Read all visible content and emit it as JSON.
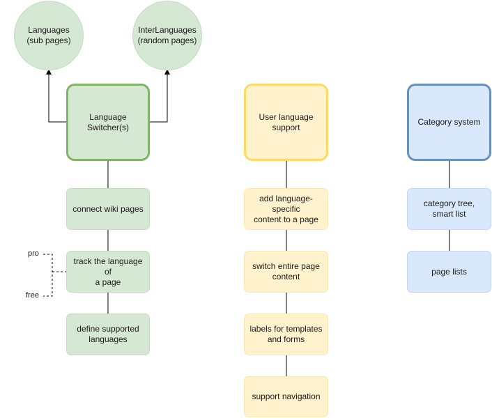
{
  "circles": {
    "languages": "Languages\n(sub pages)",
    "interlanguages": "InterLanguages\n(random pages)"
  },
  "columns": {
    "switcher": {
      "title": "Language\nSwitcher(s)",
      "items": [
        "connect wiki pages",
        "track the language of\na page",
        "define supported\nlanguages"
      ]
    },
    "user_language": {
      "title": "User language\nsupport",
      "items": [
        "add language-specific\ncontent to a page",
        "switch entire page\ncontent",
        "labels for templates\nand forms",
        "support navigation"
      ]
    },
    "category": {
      "title": "Category system",
      "items": [
        "category tree,\nsmart list",
        "page lists"
      ]
    }
  },
  "edition_labels": {
    "pro": "pro",
    "free": "free"
  },
  "colors": {
    "green_fill": "#d5e8d4",
    "green_stroke": "#82b366",
    "yellow_fill": "#fff2cc",
    "yellow_stroke": "#ffd966",
    "blue_fill": "#dae8fc",
    "blue_stroke": "#6c8ebf"
  }
}
